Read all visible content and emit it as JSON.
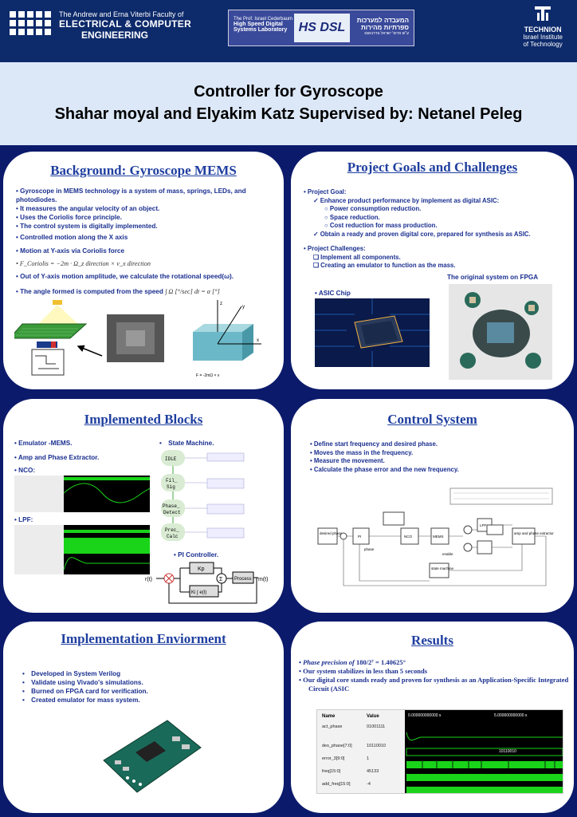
{
  "header": {
    "faculty_line1": "The Andrew and Erna Viterbi Faculty of",
    "faculty_line2": "ELECTRICAL & COMPUTER",
    "faculty_line3": "ENGINEERING",
    "lab_en_line1": "The Prof. Israel Cederbaum",
    "lab_en_line2": "High Speed Digital",
    "lab_en_line3": "Systems Laboratory",
    "lab_logo": "HS DSL",
    "lab_he_line1": "המעבדה למערכות",
    "lab_he_line2": "ספרתיות מהירות",
    "lab_he_line3": "ע\"ש פרופ' ישראל צדרבאום",
    "technion_name": "TECHNION",
    "technion_sub1": "Israel Institute",
    "technion_sub2": "of Technology"
  },
  "title": {
    "line1": "Controller for Gyroscope",
    "line2": "Shahar moyal and Elyakim Katz Supervised by: Netanel Peleg"
  },
  "background": {
    "heading": "Background: Gyroscope MEMS",
    "bullets": [
      "Gyroscope in MEMS technology is a system of mass, springs, LEDs, and photodiodes.",
      "It measures the angular velocity of an object.",
      "Uses the Coriolis force principle.",
      "The control system is digitally implemented.",
      "Controlled motion along the X axis",
      "Motion at Y-axis via Coriolis force",
      "Out of Y-axis motion amplitude, we calculate the rotational speed(ω).",
      "The angle formed is computed from the speed"
    ],
    "formula1": "F_Coriolis = −2m · Ω_z direction × v_x direction",
    "formula2": "∫ Ω [°/sec] dt = α [°]"
  },
  "goals": {
    "heading": "Project Goals and Challenges",
    "goal_label": "Project Goal:",
    "goal1": "Enhance product performance by implement as digital ASIC:",
    "sub1": "Power consumption reduction.",
    "sub2": "Space reduction.",
    "sub3": "Cost reduction for mass production.",
    "goal2": "Obtain a ready and proven digital core, prepared for synthesis as ASIC.",
    "challenge_label": "Project Challenges:",
    "ch1": "Implement all components.",
    "ch2": "Creating an emulator to function as the mass.",
    "asic_label": "ASIC Chip",
    "fpga_label": "The original system on FPGA"
  },
  "blocks": {
    "heading": "Implemented Blocks",
    "emulator": "Emulator -MEMS.",
    "amp": "Amp and Phase Extractor.",
    "nco": "NCO:",
    "lpf": "LPF:",
    "state_machine": "State Machine.",
    "pi": "PI Controller.",
    "states": [
      "IDLE",
      "Fil_\nSig",
      "Phase_\nDetect",
      "Prec_\nCalc"
    ],
    "pi_kp": "Kp",
    "pi_ki": "Ki ∫ e(t)",
    "pi_process": "Process",
    "pi_in": "r(t)",
    "pi_out": "m(t)"
  },
  "control": {
    "heading": "Control System",
    "bullets": [
      "Define start frequency and desired phase.",
      "Moves the mass in the frequency.",
      "Measure the movement.",
      "Calculate the phase error and the new frequency."
    ],
    "diagram_labels": {
      "desired": "desired phase",
      "pi": "PI",
      "nco": "NCO",
      "mems": "MEMS",
      "sm": "state machine",
      "amp": "amp and phase extractor",
      "lpf": "LPF",
      "phase": "phase",
      "enable": "enable"
    }
  },
  "env": {
    "heading": "Implementation Enviorment",
    "bullets": [
      "Developed in System Verilog",
      "Validate using Vivado's simulations.",
      "Burned on FPGA card for verification.",
      "Created emulator for mass system."
    ]
  },
  "results": {
    "heading": "Results",
    "b1_prefix": "Phase precision of ",
    "b1_value": "180/2⁷ = 1.40625°",
    "b2": "Our system stabilizes in less than 5 seconds",
    "b3": "Our digital core stands ready and proven for synthesis as an Application-Specific Integrated Circuit (ASIC",
    "sim": {
      "col_name": "Name",
      "col_value": "Value",
      "t0": "0.000000000000 s",
      "t5": "5.000000000000 s",
      "rows": [
        {
          "name": "act_phase",
          "value": "01001111"
        },
        {
          "name": "des_phase[7:0]",
          "value": "10110010"
        },
        {
          "name": "error_3[9:0]",
          "value": "1"
        },
        {
          "name": "freq[15:0]",
          "value": "45133"
        },
        {
          "name": "add_freq[15:0]",
          "value": "-4"
        }
      ],
      "bus_value": "10110010"
    }
  },
  "colors": {
    "navy": "#0b1a6b",
    "heading_blue": "#1f3f9f",
    "text_blue": "#1a2f8f",
    "sim_green": "#19d419"
  }
}
